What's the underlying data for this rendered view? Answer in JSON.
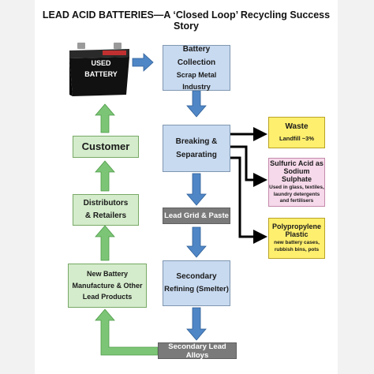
{
  "title": "LEAD ACID BATTERIES—A ‘Closed Loop’ Recycling Success Story",
  "battery": {
    "line1": "USED",
    "line2": "BATTERY"
  },
  "collection": {
    "line1": "Battery Collection",
    "line2": "Scrap Metal Industry"
  },
  "breaking": {
    "line1": "Breaking &",
    "line2": "Separating"
  },
  "lead_grid": "Lead Grid & Paste",
  "secondary_refining": {
    "line1": "Secondary",
    "line2": "Refining (Smelter)"
  },
  "secondary_lead": "Secondary Lead Alloys",
  "manufacture": {
    "line1": "New Battery",
    "line2": "Manufacture & Other",
    "line3": "Lead Products"
  },
  "distributors": {
    "line1": "Distributors",
    "line2": "& Retailers"
  },
  "customer": "Customer",
  "waste": {
    "title": "Waste",
    "sub": "Landfill ~3%"
  },
  "sulfuric": {
    "line1": "Sulfuric Acid as",
    "line2": "Sodium Sulphate",
    "s1": "Used in glass, textiles,",
    "s2": "laundry detergents",
    "s3": "and fertilisers"
  },
  "polypropylene": {
    "line1": "Polypropylene",
    "line2": "Plastic",
    "s1": "new battery cases,",
    "s2": "rubbish bins, pots"
  },
  "colors": {
    "process_blue": "#c8daf0",
    "flow_arrow": "#4f86c6",
    "loop_green": "#7cc576",
    "output_yellow": "#ffef6e",
    "output_pink": "#f6d9ea",
    "material_gray": "#7a7a7a"
  }
}
